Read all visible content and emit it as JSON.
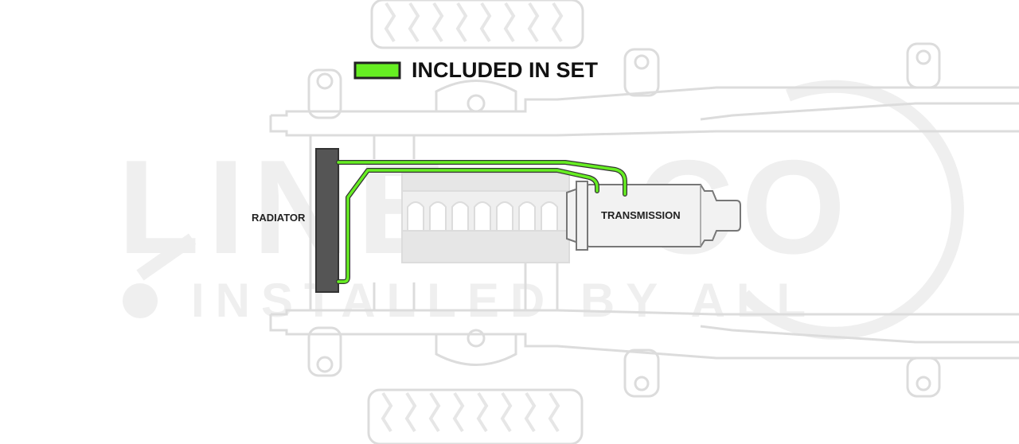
{
  "legend": {
    "label": "INCLUDED IN SET",
    "swatch_color": "#66ee22"
  },
  "components": {
    "radiator": "RADIATOR",
    "transmission": "TRANSMISSION"
  },
  "watermark": {
    "brand": "LINE",
    "brand_suffix": "CO",
    "tagline": "INSTALLED BY ALL"
  },
  "colors": {
    "line_green": "#66ee22",
    "frame_outline": "#dcdcdc",
    "radiator_fill": "#555555",
    "engine_fill": "#e6e6e6",
    "watermark": "#efefef"
  }
}
